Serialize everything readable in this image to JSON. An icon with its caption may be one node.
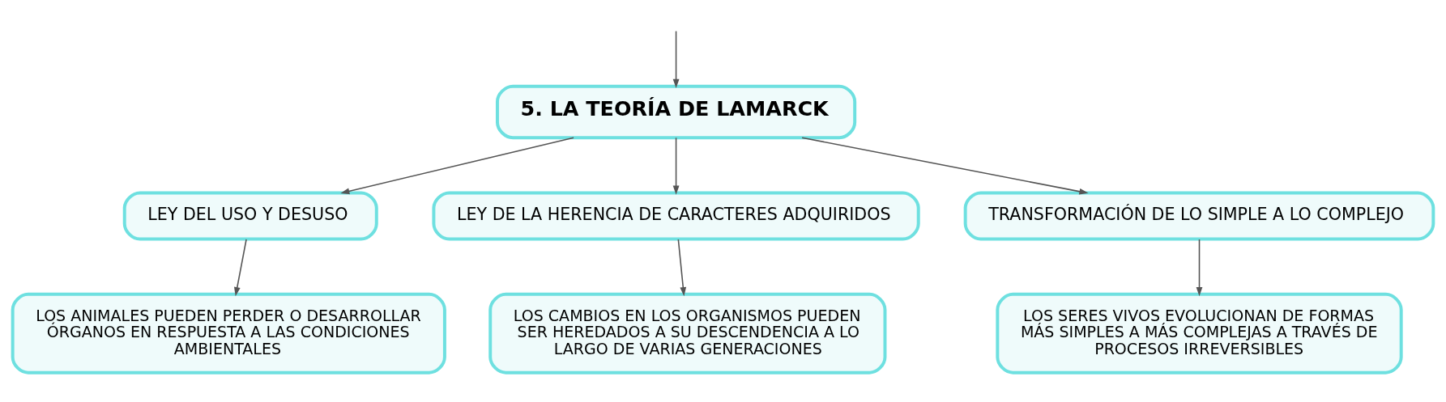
{
  "diagram": {
    "nodes": [
      {
        "text": [
          "5. LA TEORÍA DE LAMARCK"
        ]
      },
      {
        "text": [
          "LEY DEL USO Y DESUSO"
        ]
      },
      {
        "text": [
          "LEY DE LA HERENCIA DE CARACTERES ADQUIRIDOS"
        ]
      },
      {
        "text": [
          "TRANSFORMACIÓN DE LO SIMPLE A LO COMPLEJO"
        ]
      },
      {
        "text": [
          "LOS ANIMALES PUEDEN PERDER O DESARROLLAR ÓRGANOS EN RESPUESTA A LAS CONDICIONES AMBIENTALES"
        ]
      },
      {
        "text": [
          "LOS CAMBIOS EN LOS ORGANISMOS PUEDEN SER HEREDADOS A SU DESCENDENCIA A LO LARGO DE VARIAS GENERACIONES"
        ]
      },
      {
        "text": [
          "LOS SERES VIVOS EVOLUCIONAN DE FORMAS MÁS SIMPLES A MÁS COMPLEJAS A TRAVÉS DE PROCESOS IRREVERSIBLES"
        ]
      }
    ],
    "edges": [
      {
        "from": null,
        "to": 0,
        "arrow": "to"
      },
      {
        "from": 0,
        "to": 1,
        "arrow": "to"
      },
      {
        "from": 0,
        "to": 2,
        "arrow": "to"
      },
      {
        "from": 0,
        "to": 3,
        "arrow": "to"
      },
      {
        "from": 1,
        "to": 4,
        "arrow": "to"
      },
      {
        "from": 2,
        "to": 5,
        "arrow": "to"
      },
      {
        "from": 3,
        "to": 6,
        "arrow": "to"
      }
    ]
  }
}
